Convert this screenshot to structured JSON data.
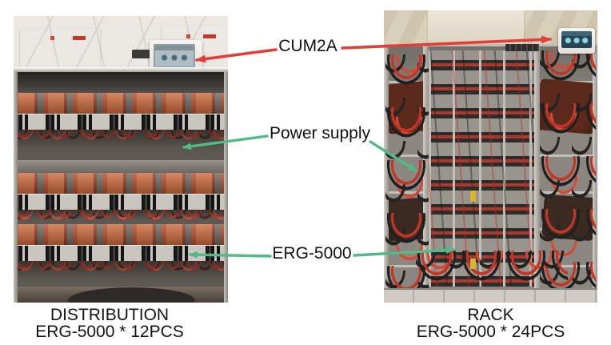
{
  "labels": {
    "cum2a": "CUM2A",
    "power_supply": "Power supply",
    "erg5000": "ERG-5000"
  },
  "captions": {
    "left_line1": "DISTRIBUTION",
    "left_line2": "ERG-5000 * 12PCS",
    "right_line1": "RACK",
    "right_line2": "ERG-5000 * 24PCS"
  },
  "colors": {
    "arrow_red": "#df3f38",
    "arrow_green": "#52b987",
    "label_text": "#121212",
    "background": "#ffffff"
  }
}
